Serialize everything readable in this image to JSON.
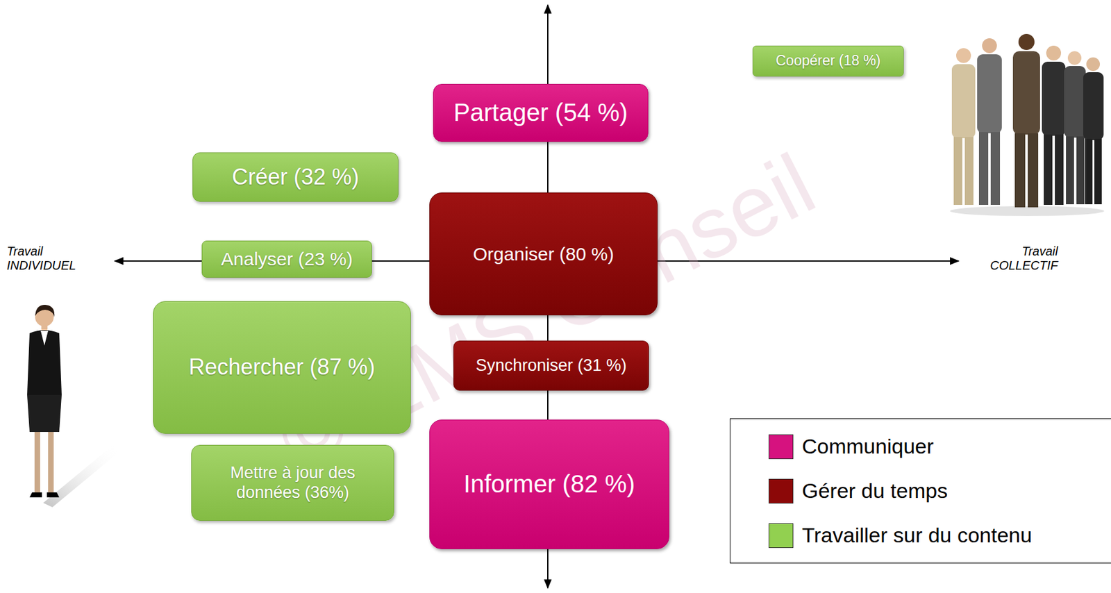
{
  "diagram": {
    "nodes": [
      {
        "text": [
          "Coopérer (18 %)"
        ]
      },
      {
        "text": [
          "Partager (54 %)"
        ]
      },
      {
        "text": [
          "Créer (32 %)"
        ]
      },
      {
        "text": [
          "Analyser (23 %)"
        ]
      },
      {
        "text": [
          "Organiser (80 %)"
        ]
      },
      {
        "text": [
          "Rechercher (87 %)"
        ]
      },
      {
        "text": [
          "Synchroniser (31 %)"
        ]
      },
      {
        "text": [
          "Mettre à jour des données (36%)"
        ]
      },
      {
        "text": [
          "Informer (82 %)"
        ]
      }
    ],
    "labels": [
      "Travail INDIVIDUEL",
      "Travail COLLECTIF",
      "© EMS Conseil"
    ],
    "legend": [
      {
        "text": "Communiquer",
        "color": "#d6127f"
      },
      {
        "text": "Gérer du temps",
        "color": "#8c0808"
      },
      {
        "text": "Travailler sur du contenu",
        "color": "#92d050"
      }
    ]
  }
}
